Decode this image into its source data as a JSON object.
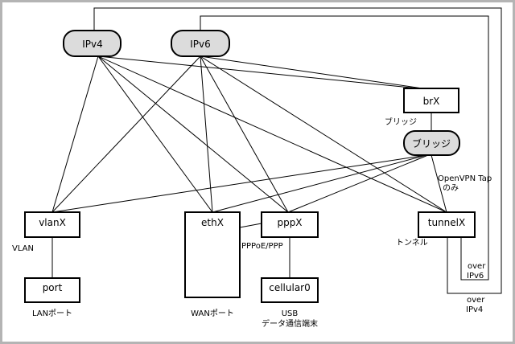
{
  "nodes": {
    "ipv4": "IPv4",
    "ipv6": "IPv6",
    "brx": "brX",
    "bridge": "ブリッジ",
    "vlanx": "vlanX",
    "ethx": "ethX",
    "pppx": "pppX",
    "port": "port",
    "cellular0": "cellular0",
    "tunnelx": "tunnelX"
  },
  "labels": {
    "brx_caption": "ブリッジ",
    "vlan": "VLAN",
    "pppoe": "PPPoE/PPP",
    "tunnel": "トンネル",
    "lan_port": "LANポート",
    "wan_port": "WANポート",
    "usb": "USB",
    "usb_device": "データ通信端末",
    "openvpn_1": "OpenVPN Tap",
    "openvpn_2": "のみ",
    "over6_1": "over",
    "over6_2": "IPv6",
    "over4_1": "over",
    "over4_2": "IPv4"
  },
  "colors": {
    "pill_fill": "#dcdcdc",
    "frame": "#b4b4b4"
  }
}
